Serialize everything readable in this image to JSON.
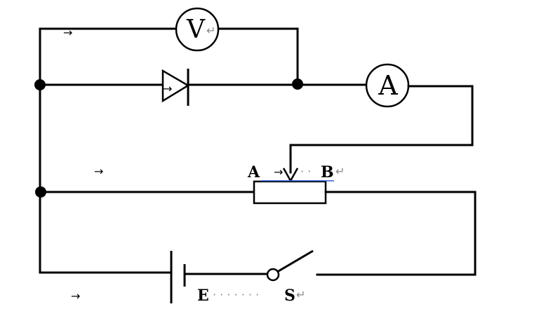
{
  "diagram": {
    "voltmeter_label": "V",
    "ammeter_label": "A",
    "slider_end_a": "A",
    "slider_end_b": "B",
    "battery_label": "E",
    "switch_label": "S",
    "tab_arrow": "→",
    "return_mark": "↵",
    "dot_leader": "· ·",
    "dot_leader_long": "· · · · · · ·"
  }
}
